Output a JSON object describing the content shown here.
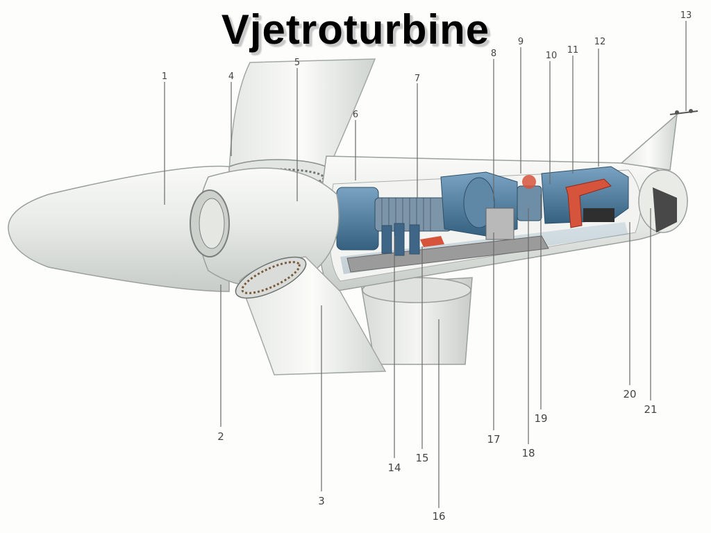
{
  "title": "Vjetroturbine",
  "labels": [
    "1",
    "2",
    "3",
    "4",
    "5",
    "6",
    "7",
    "8",
    "9",
    "10",
    "11",
    "12",
    "13",
    "14",
    "15",
    "16",
    "17",
    "18",
    "19",
    "20",
    "21"
  ],
  "colors": {
    "body": "#eceeea",
    "machinery": "#4f7c9e",
    "red_part": "#d6533c",
    "floor": "#8c8c8c"
  }
}
